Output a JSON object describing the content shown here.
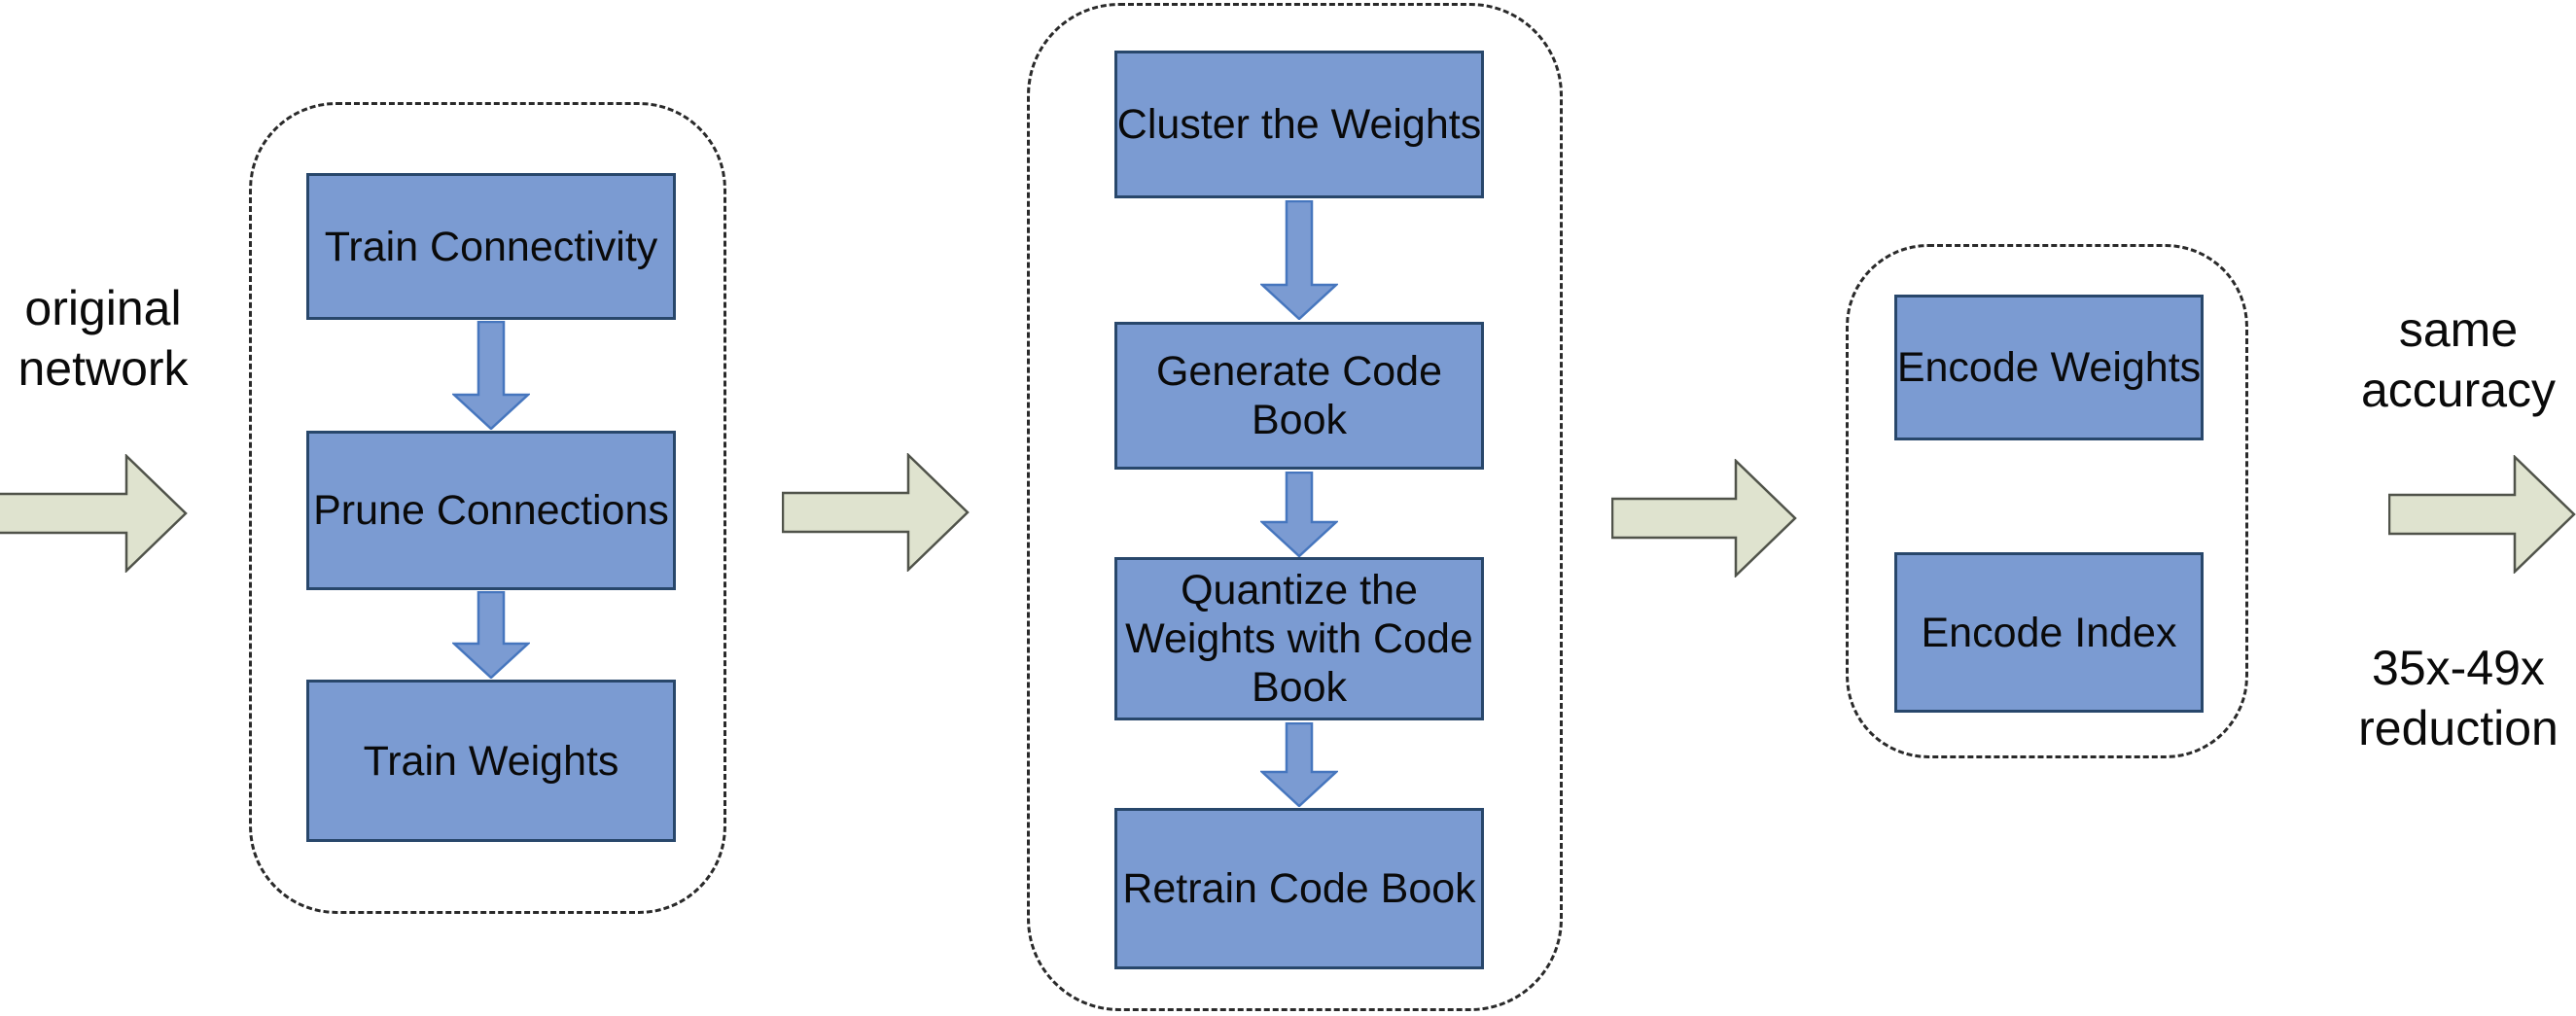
{
  "labels": {
    "original_network": "original\nnetwork",
    "same_accuracy": "same\naccuracy",
    "reduction": "35x-49x\nreduction"
  },
  "groups": [
    {
      "steps": [
        "Train Connectivity",
        "Prune Connections",
        "Train Weights"
      ]
    },
    {
      "steps": [
        "Cluster the Weights",
        "Generate Code\nBook",
        "Quantize the\nWeights with Code\nBook",
        "Retrain Code Book"
      ]
    },
    {
      "steps": [
        "Encode Weights",
        "Encode Index"
      ]
    }
  ],
  "colors": {
    "box-fill": "#7B9BD2",
    "box-border": "#28476B",
    "connector-fill": "#7B9BD2",
    "connector-border": "#4676BE",
    "flow-fill": "#DFE3CF",
    "flow-border": "#50534A",
    "dash": "#2A2A2A",
    "text": "#0A0A0A",
    "bg": "#FFFFFF"
  }
}
